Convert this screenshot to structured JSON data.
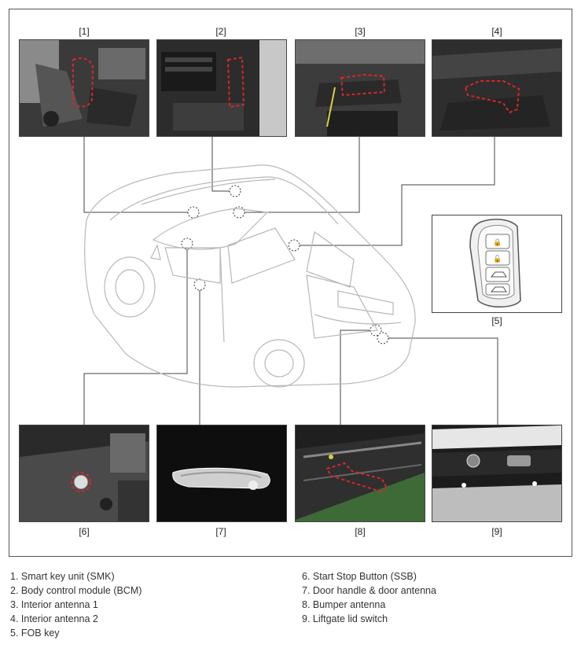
{
  "panels": {
    "p1": {
      "label": "[1]"
    },
    "p2": {
      "label": "[2]"
    },
    "p3": {
      "label": "[3]"
    },
    "p4": {
      "label": "[4]"
    },
    "p5": {
      "label": "[5]"
    },
    "p6": {
      "label": "[6]"
    },
    "p7": {
      "label": "[7]"
    },
    "p8": {
      "label": "[8]"
    },
    "p9": {
      "label": "[9]"
    }
  },
  "legend": {
    "left": [
      "1. Smart key unit (SMK)",
      "2. Body control module (BCM)",
      "3. Interior antenna 1",
      "4. Interior antenna 2",
      "5. FOB key"
    ],
    "right": [
      "6. Start Stop Button (SSB)",
      "7. Door handle & door antenna",
      "8. Bumper antenna",
      "9. Liftgate lid switch"
    ]
  },
  "colors": {
    "highlight": "#d9262a",
    "line": "#444444",
    "car_outline": "#b8b8b8"
  }
}
